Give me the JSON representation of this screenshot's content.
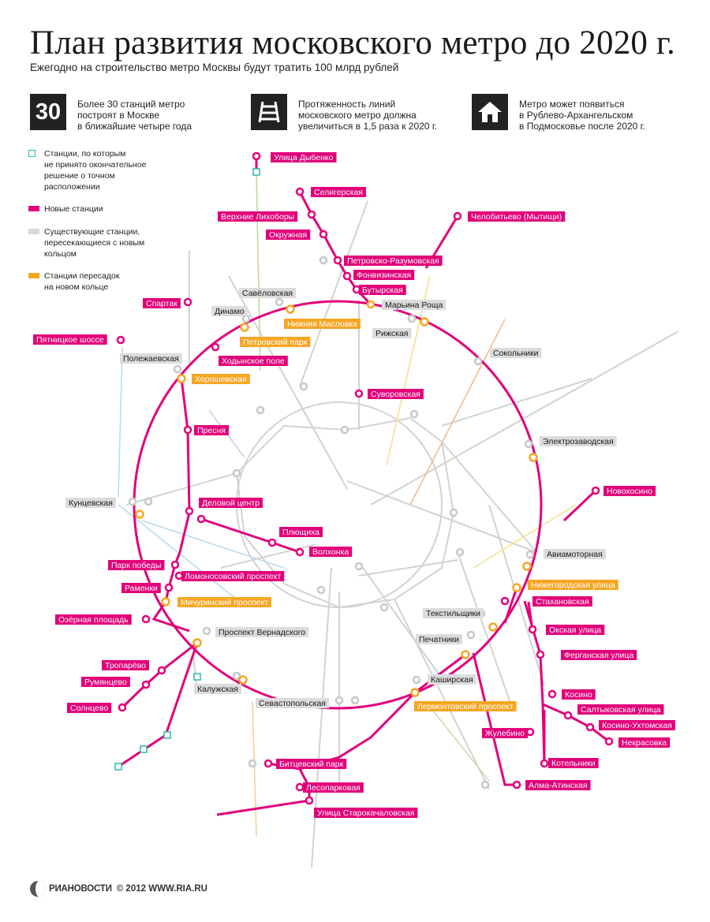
{
  "title": "План развития московского метро до 2020 г.",
  "subtitle": "Ежегодно на строительство метро Москвы будут тратить 100 млрд рублей",
  "facts": [
    {
      "icon": "number-30-icon",
      "number": "30",
      "lines": [
        "Более 30 станций метро",
        "построят в Москве",
        "в ближайшие четыре года"
      ]
    },
    {
      "icon": "railway-track-icon",
      "lines": [
        "Протяженность линий",
        "московского метро должна",
        "увеличиться в 1,5 раза к 2020 г."
      ]
    },
    {
      "icon": "house-icon",
      "lines": [
        "Метро может появиться",
        "в Рублево-Архангельском",
        "в Подмосковье после 2020 г."
      ]
    }
  ],
  "legend": [
    {
      "kind": "undecided",
      "lines": [
        "Станции, по которым",
        "не принято окончательное",
        "решение о точном",
        "расположении"
      ]
    },
    {
      "kind": "new",
      "lines": [
        "Новые станции"
      ]
    },
    {
      "kind": "existing",
      "lines": [
        "Существующие станции,",
        "пересекающиеся с новым",
        "кольцом"
      ]
    },
    {
      "kind": "transfer",
      "lines": [
        "Станции пересадок",
        "на новом кольце"
      ]
    }
  ],
  "colors": {
    "new": "#e2007a",
    "existing": "#d9d9d9",
    "transfer": "#f5a623",
    "undecided": "#2fb8a8"
  },
  "stations": {
    "new": [
      "Улица Дыбенко",
      "Селигерская",
      "Челобитьево (Мытищи)",
      "Верхние Лихоборы",
      "Окружная",
      "Петровско-Разумовская",
      "Фонвизинская",
      "Бутырская",
      "Спартак",
      "Пятницкое шоссе",
      "Ходынское поле",
      "Суворовская",
      "Пресня",
      "Деловой центр",
      "Новокосино",
      "Плющиха",
      "Волхонка",
      "Парк победы",
      "Ломоносовский проспект",
      "Раменки",
      "Озёрная площадь",
      "Стахановская",
      "Окская улица",
      "Ферганская улица",
      "Тропарёво",
      "Румянцево",
      "Солнцево",
      "Косино",
      "Салтыковская улица",
      "Косино-Ухтомская",
      "Жулебино",
      "Некрасовка",
      "Котельники",
      "Битцевский парк",
      "Алма-Атинская",
      "Лесопарковая",
      "Улица Старокачаловская"
    ],
    "existing": [
      "Савёловская",
      "Марьина Роща",
      "Динамо",
      "Рижская",
      "Сокольники",
      "Полежаевская",
      "Электрозаводская",
      "Кунцевская",
      "Авиамоторная",
      "Текстильщики",
      "Проспект Вернадского",
      "Печатники",
      "Каширская",
      "Калужская",
      "Севастопольская"
    ],
    "transfer": [
      "Нижняя Масловка",
      "Петровский парк",
      "Хорошевская",
      "Нижегородская улица",
      "Мичуринский проспект",
      "Лермонтовский проспект"
    ]
  },
  "footer": {
    "logo": "РИАНОВОСТИ",
    "copyright": "© 2012 WWW.RIA.RU"
  }
}
